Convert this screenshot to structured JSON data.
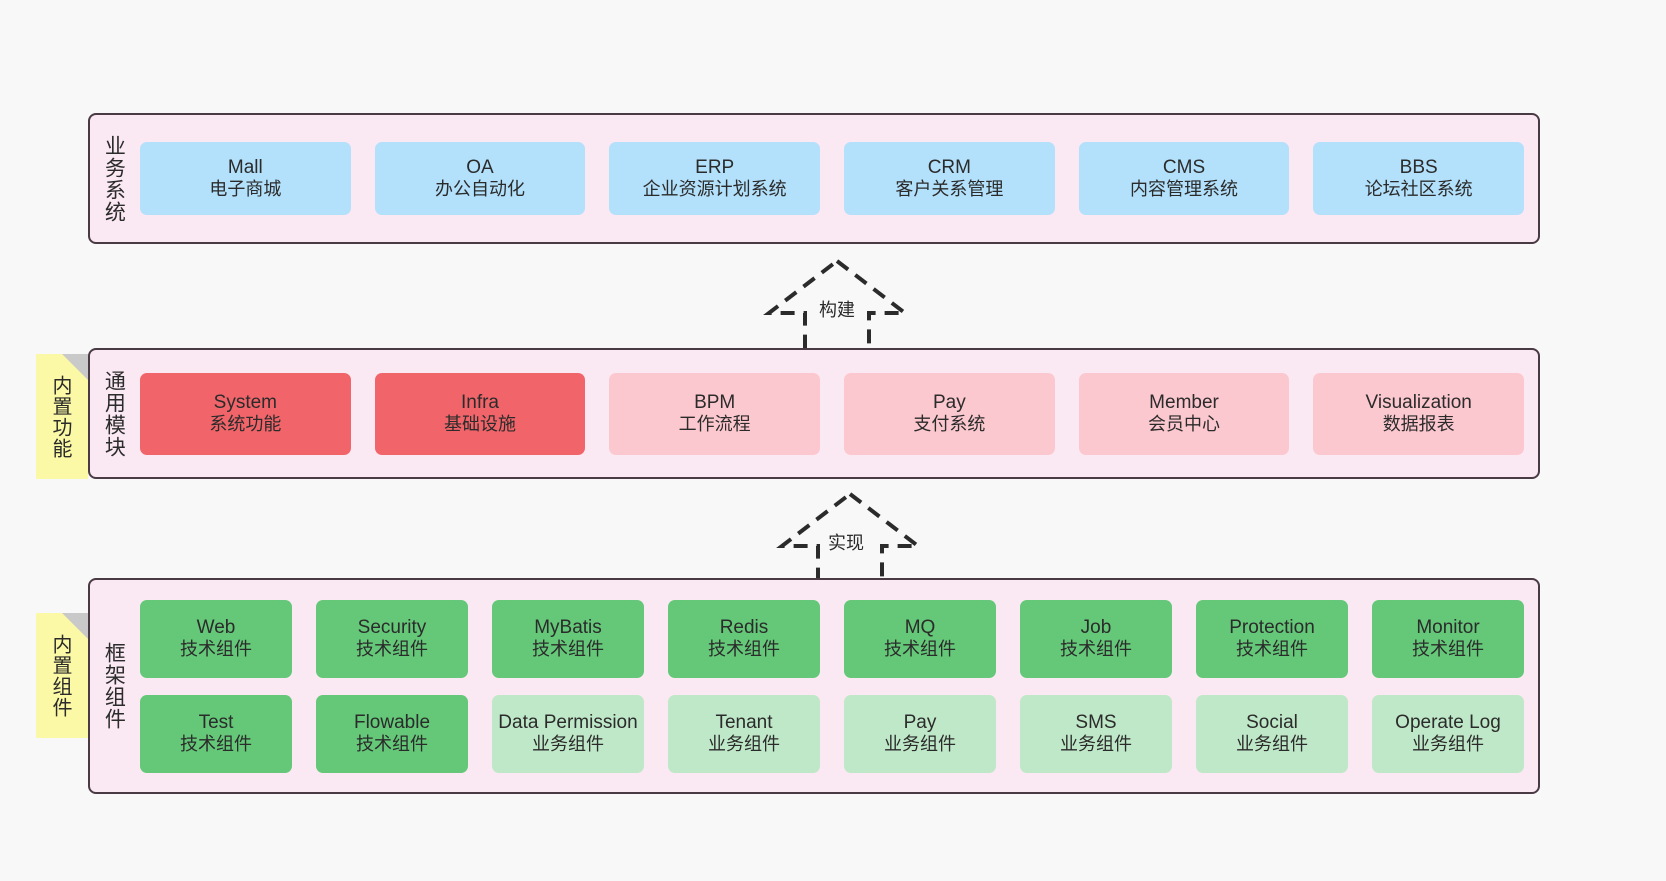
{
  "diagram": {
    "background_color": "#f8f8f8",
    "layer_fill": "#fae8f3",
    "layer_border": "#4a3a44",
    "note_fill": "#fbf8a6"
  },
  "layers": [
    {
      "id": "business",
      "title": "业务系统",
      "rows": [
        {
          "cards": [
            {
              "en": "Mall",
              "cn": "电子商城",
              "color": "#b3e0fb",
              "style": "c-blue"
            },
            {
              "en": "OA",
              "cn": "办公自动化",
              "color": "#b3e0fb",
              "style": "c-blue"
            },
            {
              "en": "ERP",
              "cn": "企业资源计划系统",
              "color": "#b3e0fb",
              "style": "c-blue"
            },
            {
              "en": "CRM",
              "cn": "客户关系管理",
              "color": "#b3e0fb",
              "style": "c-blue"
            },
            {
              "en": "CMS",
              "cn": "内容管理系统",
              "color": "#b3e0fb",
              "style": "c-blue"
            },
            {
              "en": "BBS",
              "cn": "论坛社区系统",
              "color": "#b3e0fb",
              "style": "c-blue"
            }
          ]
        }
      ]
    },
    {
      "id": "common",
      "title": "通用模块",
      "note": "内置功能",
      "rows": [
        {
          "cards": [
            {
              "en": "System",
              "cn": "系统功能",
              "color": "#f1656a",
              "style": "c-red"
            },
            {
              "en": "Infra",
              "cn": "基础设施",
              "color": "#f1656a",
              "style": "c-red"
            },
            {
              "en": "BPM",
              "cn": "工作流程",
              "color": "#fcc8cf",
              "style": "c-pink"
            },
            {
              "en": "Pay",
              "cn": "支付系统",
              "color": "#fcc8cf",
              "style": "c-pink"
            },
            {
              "en": "Member",
              "cn": "会员中心",
              "color": "#fcc8cf",
              "style": "c-pink"
            },
            {
              "en": "Visualization",
              "cn": "数据报表",
              "color": "#fcc8cf",
              "style": "c-pink"
            }
          ]
        }
      ]
    },
    {
      "id": "framework",
      "title": "框架组件",
      "note": "内置组件",
      "rows": [
        {
          "cards": [
            {
              "en": "Web",
              "cn": "技术组件",
              "color": "#64c878",
              "style": "c-green"
            },
            {
              "en": "Security",
              "cn": "技术组件",
              "color": "#64c878",
              "style": "c-green"
            },
            {
              "en": "MyBatis",
              "cn": "技术组件",
              "color": "#64c878",
              "style": "c-green"
            },
            {
              "en": "Redis",
              "cn": "技术组件",
              "color": "#64c878",
              "style": "c-green"
            },
            {
              "en": "MQ",
              "cn": "技术组件",
              "color": "#64c878",
              "style": "c-green"
            },
            {
              "en": "Job",
              "cn": "技术组件",
              "color": "#64c878",
              "style": "c-green"
            },
            {
              "en": "Protection",
              "cn": "技术组件",
              "color": "#64c878",
              "style": "c-green"
            },
            {
              "en": "Monitor",
              "cn": "技术组件",
              "color": "#64c878",
              "style": "c-green"
            }
          ]
        },
        {
          "cards": [
            {
              "en": "Test",
              "cn": "技术组件",
              "color": "#64c878",
              "style": "c-green"
            },
            {
              "en": "Flowable",
              "cn": "技术组件",
              "color": "#64c878",
              "style": "c-green"
            },
            {
              "en": "Data Permission",
              "cn": "业务组件",
              "color": "#bfe8c8",
              "style": "c-green-lt",
              "wrap": true
            },
            {
              "en": "Tenant",
              "cn": "业务组件",
              "color": "#bfe8c8",
              "style": "c-green-lt"
            },
            {
              "en": "Pay",
              "cn": "业务组件",
              "color": "#bfe8c8",
              "style": "c-green-lt"
            },
            {
              "en": "SMS",
              "cn": "业务组件",
              "color": "#bfe8c8",
              "style": "c-green-lt"
            },
            {
              "en": "Social",
              "cn": "业务组件",
              "color": "#bfe8c8",
              "style": "c-green-lt"
            },
            {
              "en": "Operate Log",
              "cn": "业务组件",
              "color": "#bfe8c8",
              "style": "c-green-lt"
            }
          ]
        }
      ]
    }
  ],
  "arrows": [
    {
      "id": "build",
      "label": "构建",
      "from": "common",
      "to": "business"
    },
    {
      "id": "impl",
      "label": "实现",
      "from": "framework",
      "to": "common"
    }
  ]
}
